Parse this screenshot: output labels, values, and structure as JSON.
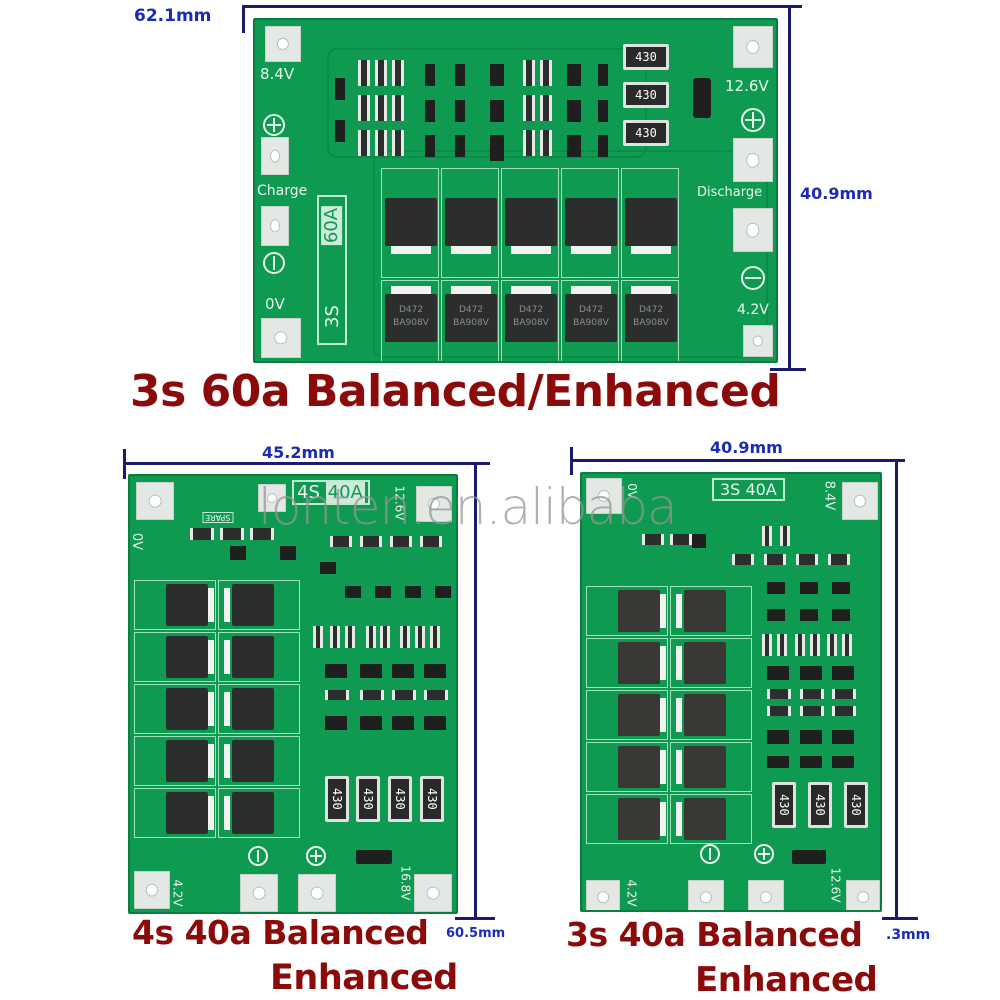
{
  "watermark": "lonten.en.alibaba",
  "colors": {
    "pcb_green": "#0f9a52",
    "title_red": "#8b0b0b",
    "dimension_blue": "#1a2bb5",
    "dimension_line": "#1a1a6e"
  },
  "boards": [
    {
      "id": "3s-60a",
      "title": "3s 60a Balanced/Enhanced",
      "width_label": "62.1mm",
      "height_label": "40.9mm",
      "board_marking": [
        "3S",
        "60A"
      ],
      "silkscreen": {
        "top_left_voltage": "8.4V",
        "charge_label": "Charge",
        "bottom_left_voltage": "0V",
        "top_right_voltage": "12.6V",
        "discharge_label": "Discharge",
        "bottom_right_voltage": "4.2V"
      },
      "resistor_values": [
        "430",
        "430",
        "430"
      ],
      "mosfet_markings": [
        "D472",
        "BA908V"
      ],
      "mosfet_count": 10
    },
    {
      "id": "4s-40a",
      "title_line1": "4s 40a Balanced",
      "title_line2": "Enhanced",
      "width_label": "45.2mm",
      "height_label": "60.5mm",
      "board_marking": [
        "4S",
        "40A"
      ],
      "silkscreen": {
        "corner_label": "0V",
        "top_voltage": "12.6V",
        "spare_label": "SPARE",
        "bottom_left_voltage": "4.2V",
        "bottom_right_voltage": "16.8V"
      },
      "resistor_values": [
        "430",
        "430",
        "430",
        "430"
      ],
      "mosfet_count": 10
    },
    {
      "id": "3s-40a",
      "title_line1": "3s 40a Balanced",
      "title_line2": "Enhanced",
      "width_label": "40.9mm",
      "height_label": ".3mm",
      "board_marking": [
        "3S",
        "40A"
      ],
      "silkscreen": {
        "corner_label": "0V",
        "top_voltage": "8.4V",
        "bottom_left_voltage": "4.2V",
        "bottom_right_voltage": "12.6V"
      },
      "resistor_values": [
        "430",
        "430",
        "430"
      ],
      "mosfet_count": 10
    }
  ]
}
